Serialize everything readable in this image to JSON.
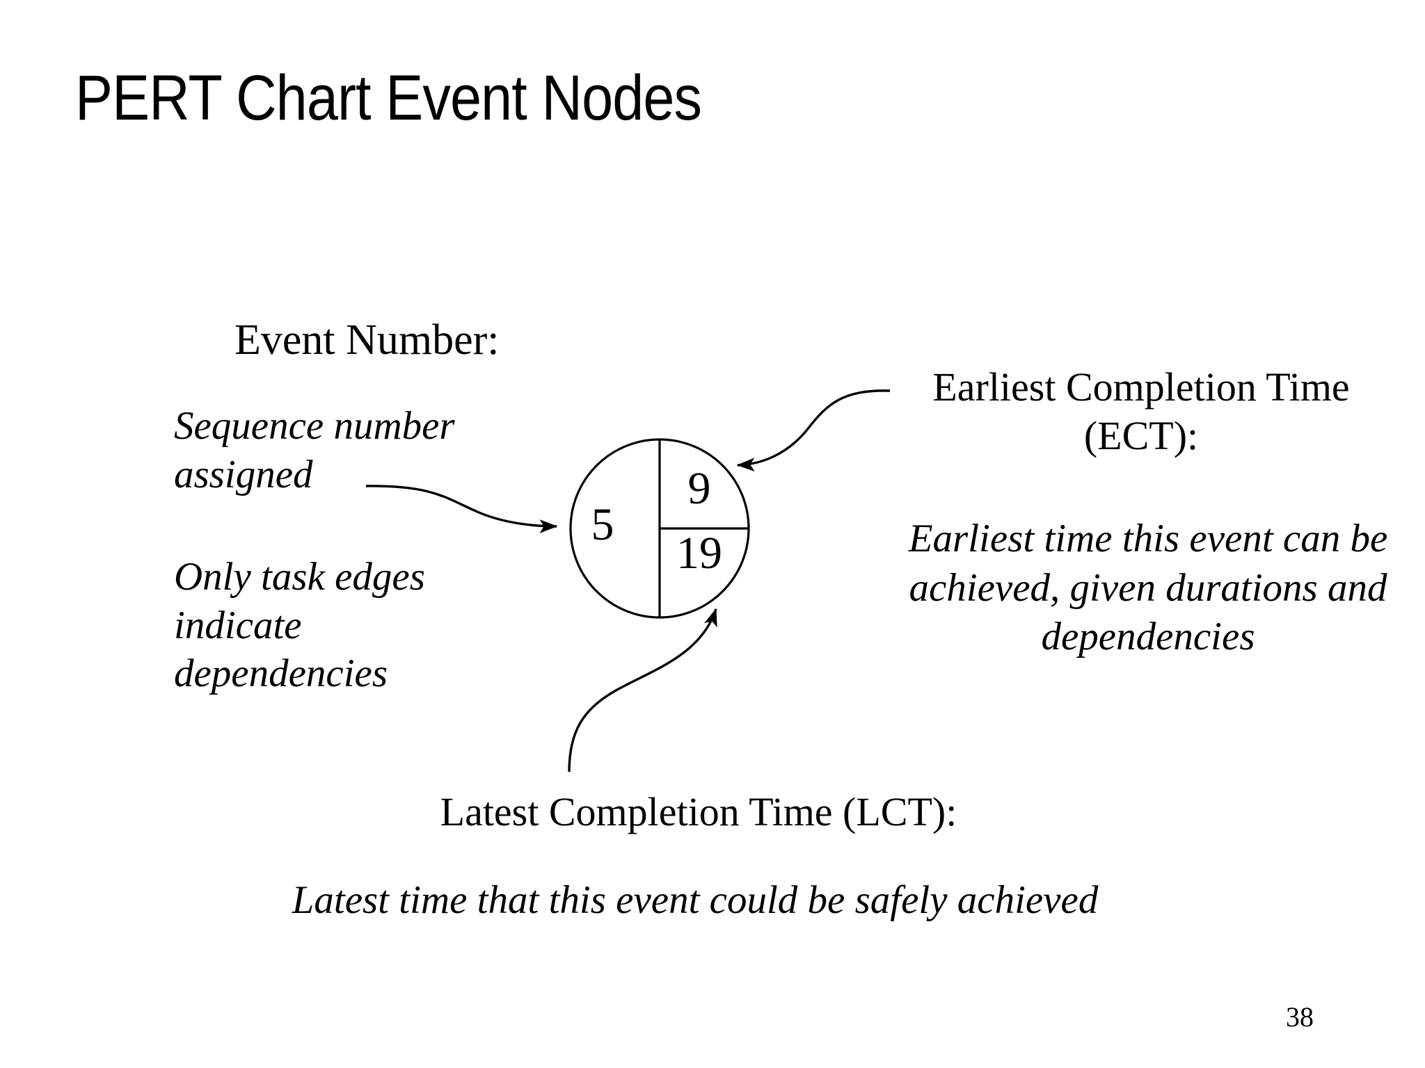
{
  "slide": {
    "title": "PERT Chart Event Nodes",
    "page_number": "38",
    "background_color": "#ffffff",
    "ink_color": "#000000"
  },
  "labels": {
    "event_number": "Event Number:",
    "sequence_note": "Sequence number assigned",
    "task_edges_note": "Only task edges indicate dependencies",
    "ect_heading": "Earliest Completion Time (ECT):",
    "ect_body": "Earliest time this event can be achieved, given durations and dependencies",
    "lct_heading": "Latest Completion Time (LCT):",
    "lct_body": "Latest time that this event could be safely achieved"
  },
  "chart_data": {
    "type": "diagram",
    "title": "PERT Chart Event Nodes",
    "node": {
      "shape": "circle",
      "partitions": [
        "left-half",
        "upper-right-quarter",
        "lower-right-quarter"
      ],
      "event_number": "5",
      "earliest_completion_time": "9",
      "latest_completion_time": "19"
    },
    "annotations": [
      {
        "text": "Event Number:",
        "target": "left-half",
        "style": "upright-serif",
        "has_arrow": false
      },
      {
        "text": "Sequence number assigned",
        "target": "left-half",
        "style": "italic-serif",
        "has_arrow": true,
        "arrow_direction": "right"
      },
      {
        "text": "Only task edges indicate dependencies",
        "target": "left-half",
        "style": "italic-serif",
        "has_arrow": false
      },
      {
        "text": "Earliest Completion Time (ECT):",
        "target": "upper-right-quarter",
        "style": "upright-serif",
        "has_arrow": true,
        "arrow_direction": "left"
      },
      {
        "text": "Earliest time this event can be achieved, given durations and dependencies",
        "target": "upper-right-quarter",
        "style": "italic-serif",
        "has_arrow": false
      },
      {
        "text": "Latest Completion Time (LCT):",
        "target": "lower-right-quarter",
        "style": "upright-serif",
        "has_arrow": true,
        "arrow_direction": "up"
      },
      {
        "text": "Latest time that this event could be safely achieved",
        "target": "lower-right-quarter",
        "style": "italic-serif",
        "has_arrow": false
      }
    ]
  }
}
